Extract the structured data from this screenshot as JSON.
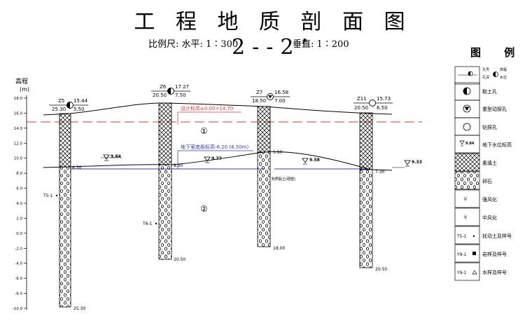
{
  "header": {
    "title": "工 程 地 质 剖 面 图 2--2’",
    "scale_horizontal": "比例尺: 水平: 1∶300",
    "scale_vertical": "垂直: 1∶200"
  },
  "axis": {
    "label_line1": "高程",
    "label_line2": "(m)",
    "ticks": [
      "18.0",
      "16.0",
      "14.0",
      "12.0",
      "10.0",
      "8.0",
      "6.0",
      "4.0",
      "2.0",
      "0.0",
      "-2.0",
      "-4.0",
      "-6.0",
      "-8.0",
      "-10.0"
    ]
  },
  "boreholes": [
    {
      "id": "Z5",
      "elevation": "15.44",
      "bottom_depth": "25.30",
      "water_depth": "5.50",
      "top_type": "half",
      "end_elev": "25.30",
      "sample": "T5-1"
    },
    {
      "id": "Z6",
      "elevation": "17.27",
      "bottom_depth": "20.50",
      "water_depth": "7.50",
      "top_type": "half",
      "end_elev": "20.50",
      "sample": "T6-1"
    },
    {
      "id": "Z7",
      "elevation": "16.58",
      "bottom_depth": "18.50",
      "water_depth": "7.00",
      "top_type": "heavy",
      "end_elev": "18.00",
      "mid_label": "5.90"
    },
    {
      "id": "Z11",
      "elevation": "15.73",
      "bottom_depth": "20.50",
      "water_depth": "6.50",
      "top_type": "circle",
      "end_elev": "20.50",
      "mid_label": "7.30"
    }
  ],
  "annotations": {
    "design_elevation": "设计标高±0.00=14.70",
    "basement_floor": "地下室底板标高-6.20 (8.50m)",
    "z5_fill_depth": "6.30",
    "z6_fill_depth": "8.30",
    "layer1": "①",
    "layer2": "②",
    "small_text": "粉质黏土(硬塑)",
    "water_levels": [
      "9.84",
      "9.77",
      "9.58",
      "9.33"
    ]
  },
  "legend": {
    "title": "图 例",
    "items": [
      {
        "name": "legend-borehole-header",
        "label": ""
      },
      {
        "name": "legend-soil-sampling-hole",
        "label": "取土孔"
      },
      {
        "name": "legend-heavy-dynamic-probe",
        "label": "重型动探孔"
      },
      {
        "name": "legend-drill-hole",
        "label": "钻探孔"
      },
      {
        "name": "legend-groundwater",
        "label": "地下水位标高",
        "value": "9.84"
      },
      {
        "name": "legend-fill",
        "label": "素填土"
      },
      {
        "name": "legend-gravel",
        "label": "卵石"
      },
      {
        "name": "legend-strongly-weathered",
        "label": "强风化"
      },
      {
        "name": "legend-moderately-weathered",
        "label": "中风化"
      },
      {
        "name": "legend-disturbed-soil-sample",
        "label": "扰动土及样号",
        "code": "T5-1"
      },
      {
        "name": "legend-rock-sample",
        "label": "岩样及样号",
        "code": "Y9-1"
      },
      {
        "name": "legend-water-sample",
        "label": "水样及样号",
        "code": "Y9-1"
      }
    ],
    "header_parts": {
      "hole": "孔号",
      "depth": "孔深",
      "elev": "高程",
      "water": "水位"
    }
  },
  "colors": {
    "design_line": "#d83a3a",
    "basement_line": "#3a3aa8",
    "ink": "#000000"
  }
}
